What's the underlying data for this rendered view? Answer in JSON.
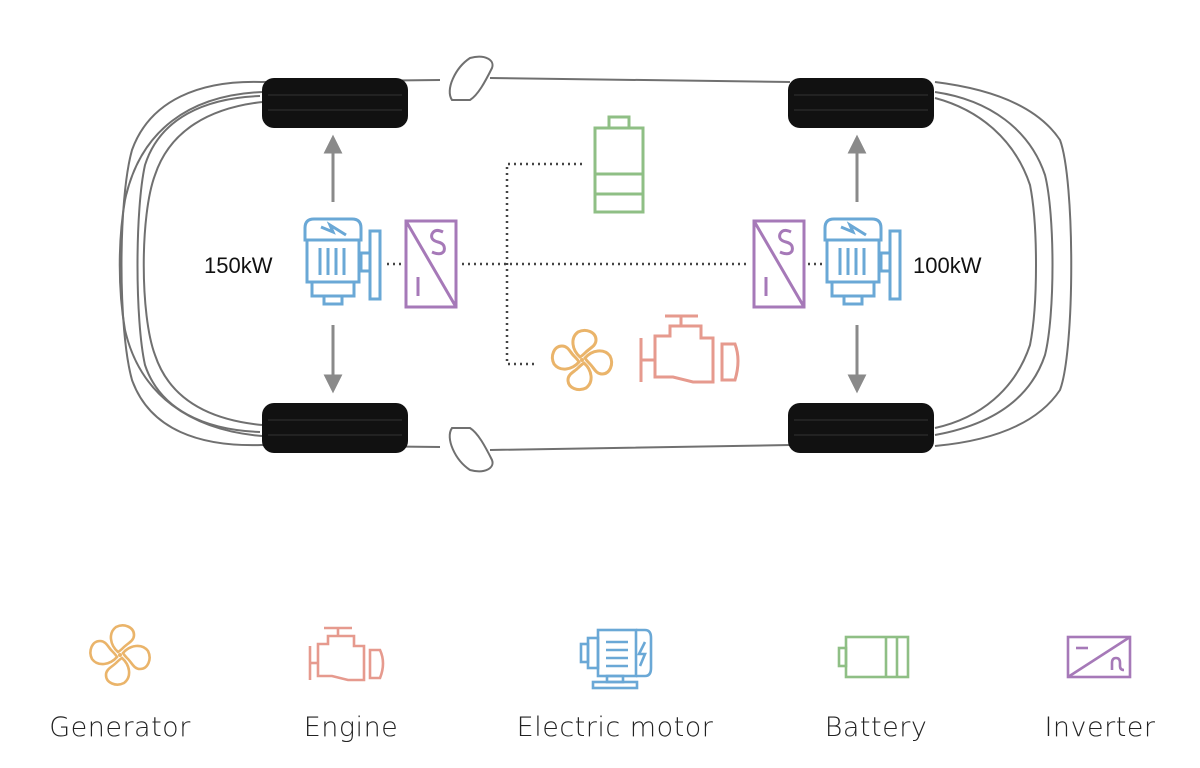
{
  "diagram": {
    "title": "e-4ORCE twin electric motor powertrain layout",
    "front_motor": {
      "power_label": "150kW",
      "icon": "electric-motor-icon"
    },
    "rear_motor": {
      "power_label": "100kW",
      "icon": "electric-motor-icon"
    },
    "components": [
      "front-inverter",
      "rear-inverter",
      "battery",
      "generator",
      "engine"
    ],
    "colors": {
      "generator": "#eab46a",
      "engine": "#e69a8e",
      "motor": "#6aa8d6",
      "battery": "#8fbf85",
      "inverter": "#a679b8",
      "car_outline": "#707070",
      "arrow": "#8a8a8a",
      "dots": "#444444",
      "tire": "#111111"
    }
  },
  "legend": {
    "items": [
      {
        "label": "Generator",
        "icon": "generator-icon"
      },
      {
        "label": "Engine",
        "icon": "engine-icon"
      },
      {
        "label": "Electric motor",
        "icon": "electric-motor-icon"
      },
      {
        "label": "Battery",
        "icon": "battery-icon"
      },
      {
        "label": "Inverter",
        "icon": "inverter-icon"
      }
    ]
  }
}
